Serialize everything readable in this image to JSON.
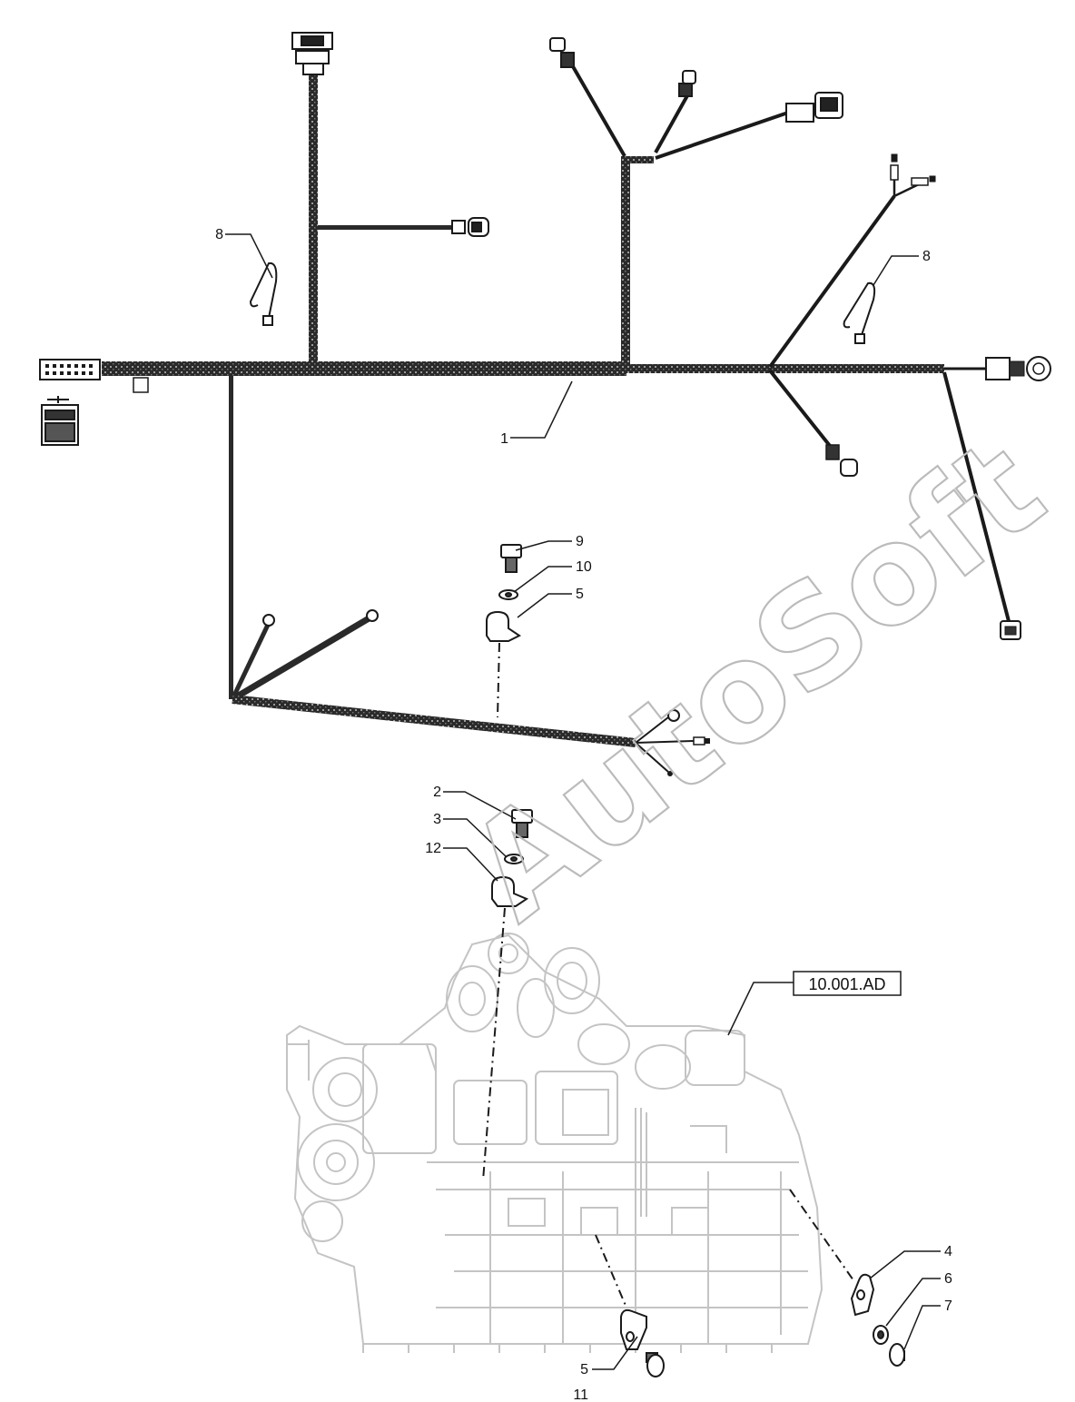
{
  "watermark": "AutoSoft",
  "reference": {
    "label": "10.001.AD"
  },
  "callouts": {
    "harness": "1",
    "screw_lower": "2",
    "washer_lower": "3",
    "clip_right": "4",
    "clip_top": "5",
    "clip_bottom": "5",
    "washer_right": "6",
    "screw_right": "7",
    "tie_left": "8",
    "tie_right": "8",
    "screw_top": "9",
    "washer_top": "10",
    "screw_bottom": "11",
    "clip_lower": "12"
  },
  "colors": {
    "line": "#1a1a1a",
    "engine": "#c4c4c4",
    "watermark": "#bbbbbb"
  }
}
